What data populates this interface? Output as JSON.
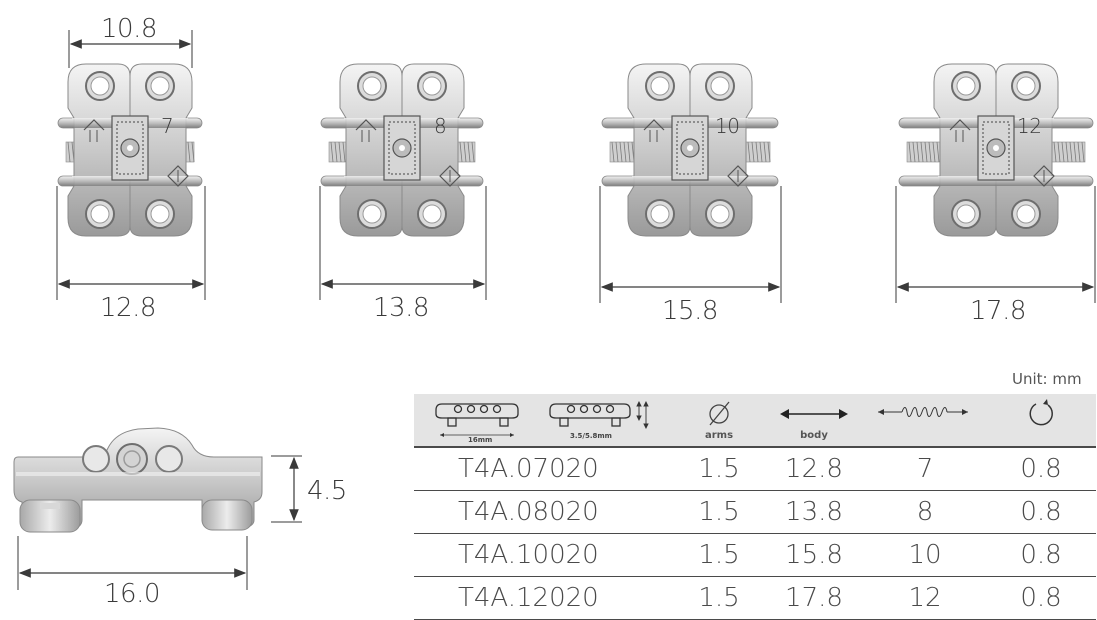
{
  "hinge_dimensions": {
    "top_width": "10.8",
    "widths": [
      "12.8",
      "13.8",
      "15.8",
      "17.8"
    ],
    "hex_numbers": [
      "7",
      "8",
      "10",
      "12"
    ]
  },
  "side_view": {
    "width": "16.0",
    "height": "4.5"
  },
  "table": {
    "unit": "Unit: mm",
    "header": {
      "length_label": "16mm",
      "height_label": "3.5/5.8mm",
      "arms_label": "arms",
      "body_label": "body"
    },
    "rows": [
      {
        "code": "T4A.07020",
        "arms": "1.5",
        "body": "12.8",
        "expansion": "7",
        "turn": "0.8"
      },
      {
        "code": "T4A.08020",
        "arms": "1.5",
        "body": "13.8",
        "expansion": "8",
        "turn": "0.8"
      },
      {
        "code": "T4A.10020",
        "arms": "1.5",
        "body": "15.8",
        "expansion": "10",
        "turn": "0.8"
      },
      {
        "code": "T4A.12020",
        "arms": "1.5",
        "body": "17.8",
        "expansion": "12",
        "turn": "0.8"
      }
    ]
  },
  "colors": {
    "line": "#3a3a3a",
    "metal_light": "#e6e6e6",
    "metal_dark": "#8c8c8c",
    "header_bg": "#e4e4e4"
  },
  "icons": [
    "diameter-icon",
    "double-arrow-icon",
    "spring-icon",
    "rotation-icon",
    "arrow-up-icon",
    "diamond-icon"
  ]
}
